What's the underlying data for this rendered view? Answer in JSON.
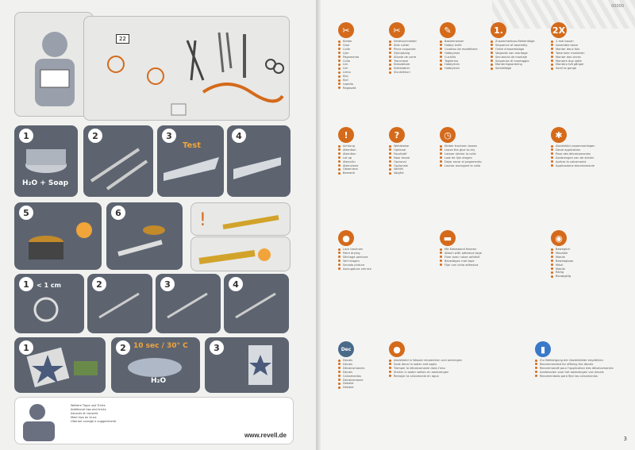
{
  "left": {
    "tools_box_label": "22",
    "steps": [
      {
        "num": "1",
        "caption": "H₂O + Soap"
      },
      {
        "num": "2",
        "caption": ""
      },
      {
        "num": "3",
        "caption": "Test"
      },
      {
        "num": "4",
        "caption": ""
      },
      {
        "num": "5",
        "caption": ""
      },
      {
        "num": "6",
        "caption": ""
      },
      {
        "num": "1",
        "caption": "< 1 cm"
      },
      {
        "num": "2",
        "caption": ""
      },
      {
        "num": "3",
        "caption": ""
      },
      {
        "num": "4",
        "caption": ""
      },
      {
        "num": "1",
        "caption": ""
      },
      {
        "num": "2",
        "caption": "10 sec / 30° C"
      },
      {
        "num": "3",
        "caption": ""
      }
    ],
    "water_label": "H₂O",
    "footer_lines": [
      "Weitere Tipps und Tricks",
      "Additional tips and tricks",
      "Astuces et conseils",
      "Meer tips en trucs",
      "Ulteriori consigli e suggerimenti"
    ],
    "brand": "www.revell.de"
  },
  "right": {
    "page_code": "00000",
    "page_number": "3",
    "sections": [
      {
        "icon": "✂",
        "color": "#d46a1a",
        "lines": [
          "Kleber",
          "Glue",
          "Colle",
          "Lijm",
          "Pegamento",
          "Colla",
          "Lim",
          "Lim",
          "Liima",
          "Klej",
          "Klei",
          "Lepidlo",
          "Ragasztó"
        ]
      },
      {
        "icon": "✂",
        "color": "#d46a1a",
        "lines": [
          "Seitenschneider",
          "Side cutter",
          "Pince coupante",
          "Zijkniptang",
          "Alicate de corte",
          "Tronchese",
          "Sidavbitare",
          "Sideskærer",
          "Sivuleikkuri"
        ]
      },
      {
        "icon": "✎",
        "color": "#d46a1a",
        "lines": [
          "Bastelmesser",
          "Hobby knife",
          "Couteau de modélisme",
          "Hobbymes",
          "Cuchillo",
          "Taglierino",
          "Hobbykniv",
          "Hobbykniv"
        ]
      },
      {
        "icon": "1.",
        "color": "#d46a1a",
        "lines": [
          "Zusammenbau-Reihenfolge",
          "Sequence of assembly",
          "Ordre d'assemblage",
          "Volgorde van montage",
          "Secuencia de montaje",
          "Sequenza di montaggio",
          "Monteringsordning",
          "Samlefølge"
        ]
      },
      {
        "icon": "2X",
        "color": "#d46a1a",
        "lines": [
          "2-mal bauen",
          "Assemble twice",
          "Monter deux fois",
          "Twee keer monteren",
          "Montar dos veces",
          "Montare due volte",
          "Montera två gånger",
          "Saml to gange"
        ]
      },
      {
        "icon": "!",
        "color": "#d46a1a",
        "lines": [
          "Achtung",
          "Attention",
          "Attention",
          "Let op",
          "Atención",
          "Attenzione",
          "Observera",
          "Bemærk"
        ]
      },
      {
        "icon": "?",
        "color": "#d46a1a",
        "lines": [
          "Wahlweise",
          "Optional",
          "Facultatif",
          "Naar keuze",
          "Opcional",
          "Opzionale",
          "Valfritt",
          "Valgfrit"
        ]
      },
      {
        "icon": "◷",
        "color": "#d46a1a",
        "lines": [
          "Kleber trocknen lassen",
          "Leave the glue to dry",
          "Laisser sécher la colle",
          "Laat de lijm drogen",
          "Dejar secar el pegamento",
          "Lasciar asciugare la colla"
        ]
      },
      {
        "icon": "✱",
        "color": "#d46a1a",
        "lines": [
          "Abziehbild zusammenlegen",
          "Decal application",
          "Pose des décalcomanies",
          "Aanbrengen van de sticker",
          "Aplicar la calcomanía",
          "Applicazione decalcomanie"
        ]
      },
      {
        "icon": "●",
        "color": "#d46a1a",
        "lines": [
          "Lack trocknen",
          "Paint drying",
          "Séchage peinture",
          "Verf drogen",
          "Secado pintura",
          "Asciugatura vernice"
        ]
      },
      {
        "icon": "▬",
        "color": "#d46a1a",
        "lines": [
          "Mit Klebeband fixieren",
          "Attach with adhesive tape",
          "Fixer avec ruban adhésif",
          "Bevestigen met tape",
          "Fijar con cinta adhesiva"
        ]
      },
      {
        "icon": "◉",
        "color": "#d46a1a",
        "lines": [
          "Beweglich",
          "Movable",
          "Mobile",
          "Beweegbaar",
          "Móvil",
          "Mobile",
          "Rörlig",
          "Bevægelig"
        ]
      },
      {
        "icon": "Dec",
        "color": "#4a6a8a",
        "lines": [
          "Decals",
          "Decals",
          "Décalcomanies",
          "Decals",
          "Calcomanías",
          "Decalcomanie",
          "Dekaler",
          "Dekaler"
        ]
      },
      {
        "icon": "●",
        "color": "#d46a1a",
        "lines": [
          "Abziehbild in Wasser einweichen und anbringen",
          "Soak decal in water and apply",
          "Tremper la décalcomanie dans l'eau",
          "Sticker in water weken en aanbrengen",
          "Remojar la calcomanía en agua"
        ]
      },
      {
        "icon": "▮",
        "color": "#3a78c8",
        "lines": [
          "Zur Befestigung der Abziehbilder empfehlen",
          "Recommended for affixing the decals",
          "Recommandé pour l'application des décalcomanies",
          "Aanbevolen voor het aanbrengen van decals",
          "Recomendado para fijar las calcomanías"
        ]
      }
    ]
  }
}
